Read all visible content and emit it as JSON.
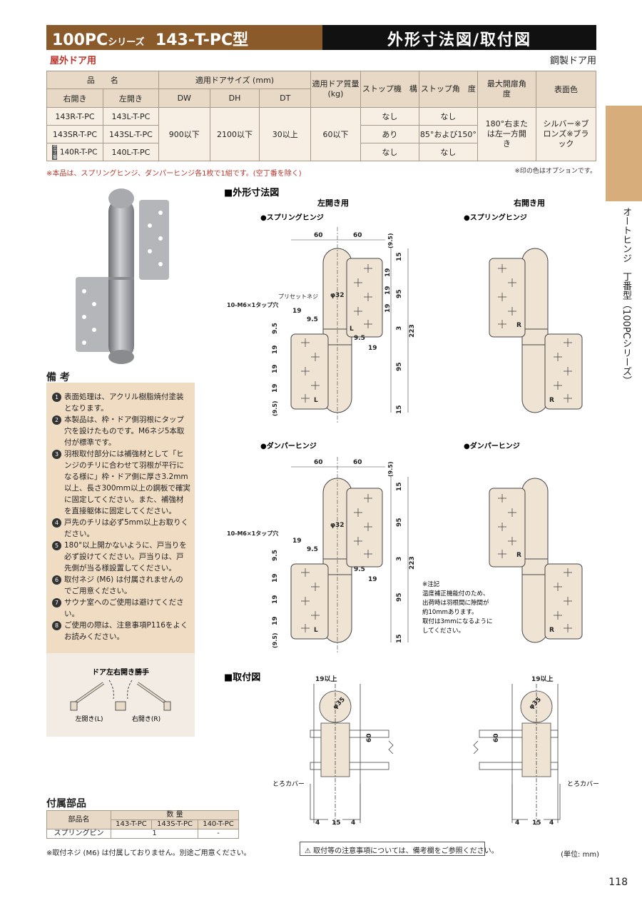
{
  "header": {
    "series": "100PC",
    "series_suffix": "シリーズ",
    "model": "143-T-PC型",
    "section": "外形寸法図/取付図",
    "use": "屋外ドア用",
    "door_type": "鋼製ドア用"
  },
  "spec_table": {
    "h_name": "品　　名",
    "h_right": "右開き",
    "h_left": "左開き",
    "h_door_size": "適用ドアサイズ (mm)",
    "h_dw": "DW",
    "h_dh": "DH",
    "h_dt": "DT",
    "h_weight": "適用ドア質量(kg)",
    "h_stop_mech": "ストップ機　構",
    "h_stop_angle": "ストップ角　度",
    "h_max_open": "最大開扉角　　度",
    "h_finish": "表面色",
    "rows": [
      {
        "right": "143R-T-PC",
        "left": "143L-T-PC",
        "stop": "なし",
        "angle": "なし"
      },
      {
        "right": "143SR-T-PC",
        "left": "143SL-T-PC",
        "stop": "あり",
        "angle": "85°および150°"
      },
      {
        "right": "140R-T-PC",
        "left": "140L-T-PC",
        "stop": "なし",
        "angle": "なし",
        "tag": "空丁番"
      }
    ],
    "dw": "900以下",
    "dh": "2100以下",
    "dt": "30以上",
    "weight": "60以下",
    "max_open": "180°右または左一方開き",
    "finish": "シルバー※ブロンズ※ブラック"
  },
  "note_left": "※本品は、スプリングヒンジ、ダンパーヒンジ各1枚で1組です。(空丁番を除く)",
  "note_right": "※印の色はオプションです。",
  "side_label": "オートヒンジ　丁番型（100PCシリーズ）",
  "remarks": {
    "title": "備 考",
    "items": [
      "表面処理は、アクリル樹脂焼付塗装となります。",
      "本製品は、枠・ドア側羽根にタップ穴を設けたものです。M6ネジ5本取付が標準です。",
      "羽根取付部分には補強材として「ヒンジのチリに合わせて羽根が平行になる様に」枠・ドア側に厚さ3.2mm以上、長さ300mm以上の鋼板で確実に固定してください。また、補強材を直接躯体に固定してください。",
      "戸先のチリは必ず5mm以上お取りください。",
      "180°以上開かないように、戸当りを必ず設けてください。戸当りは、戸先側が当る様設置してください。",
      "取付ネジ (M6) は付属されませんのでご用意ください。",
      "サウナ室へのご使用は避けてください。",
      "ご使用の際は、注意事項P116をよくお読みください。"
    ],
    "nums": [
      "1",
      "2",
      "3",
      "4",
      "5",
      "6",
      "7",
      "8"
    ]
  },
  "door_diagram": {
    "title": "ドア左右開き勝手",
    "left": "左開き(L)",
    "right": "右開き(R)"
  },
  "accessories": {
    "title": "付属部品",
    "h_part": "部品名",
    "h_qty": "数 量",
    "cols": [
      "143-T-PC",
      "143S-T-PC",
      "140-T-PC"
    ],
    "row_name": "スプリングピン",
    "row_vals": [
      "1",
      "-"
    ],
    "note": "※取付ネジ (M6) は付属しておりません。別途ご用意ください。"
  },
  "diagrams": {
    "outline_title": "■外形寸法図",
    "left_open": "左開き用",
    "right_open": "右開き用",
    "spring": "●スプリングヒンジ",
    "damper": "●ダンパーヒンジ",
    "preset_screw": "プリセットネジ",
    "tap_hole": "10-M6×1タップ穴",
    "phi32": "φ32",
    "phi35": "φ35",
    "dims": {
      "d60": "60",
      "d95": "95",
      "d19": "19",
      "d15": "15",
      "d9_5": "9.5",
      "d9_5p": "(9.5)",
      "d3": "3",
      "d223": "223",
      "d4": "4",
      "d19_up": "19以上",
      "L": "L",
      "R": "R"
    },
    "damper_note": "※注記\n温度補正機能付のため、\n出荷時は羽根間に隙間が\n約10mmあります。\n取付は3mmになるように\nしてください。",
    "mount_title": "■取付図",
    "toro_cover": "とろカバー",
    "caution": "取付等の注意事項については、備考欄をご参照ください。",
    "unit": "(単位: mm)"
  },
  "page_number": "118",
  "colors": {
    "brown": "#8a5a2b",
    "tan": "#d8ad7c",
    "remarks_bg": "#f0dcc3",
    "red": "#b8342a",
    "hinge_fill": "#efe3d3"
  }
}
